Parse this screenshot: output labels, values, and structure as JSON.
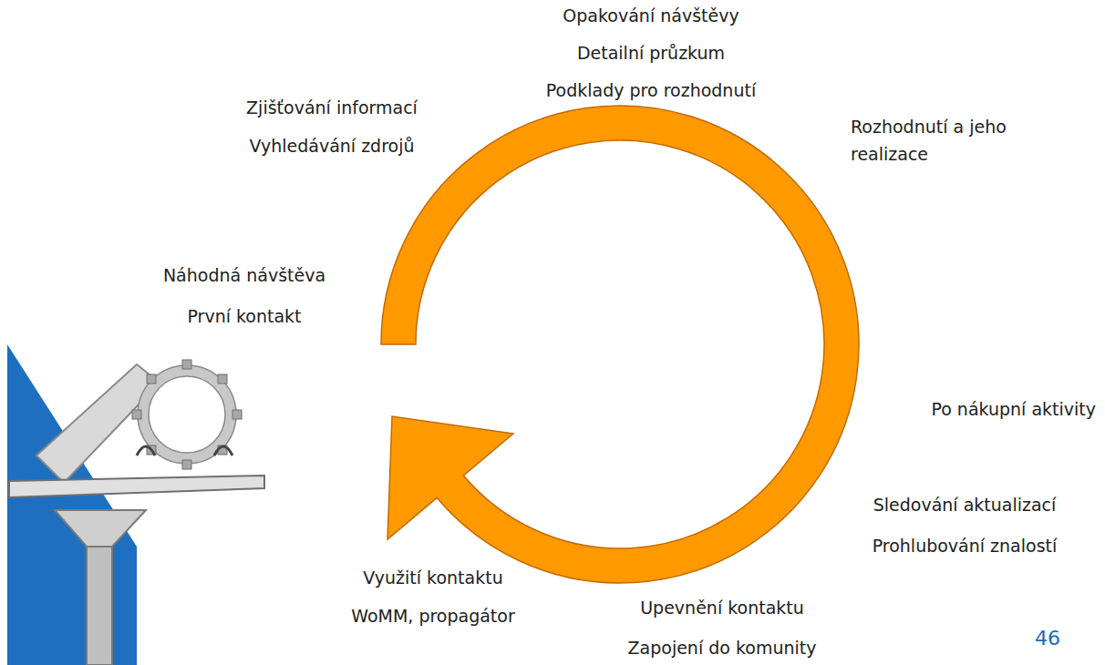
{
  "diagram": {
    "labels": [
      "Opakování návštěvy",
      "Detailní průzkum",
      "Podklady pro rozhodnutí",
      "Zjišťování informací",
      "Vyhledávání zdrojů",
      "Rozhodnutí a jeho realizace",
      "Náhodná návštěva",
      "První kontakt",
      "Po nákupní aktivity",
      "Sledování aktualizací",
      "Prohlubování znalostí",
      "Využití kontaktu",
      "WoMM, propagátor",
      "Upevnění kontaktu",
      "Zapojení do komunity",
      "46"
    ]
  }
}
